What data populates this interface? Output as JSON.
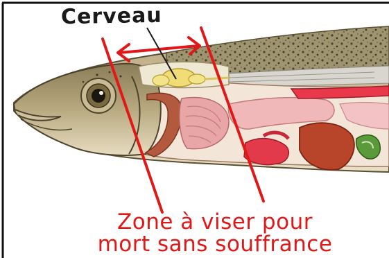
{
  "labels": {
    "brain": "Cerveau",
    "caption_line1": "Zone à viser pour",
    "caption_line2": "mort sans souffrance"
  },
  "colors": {
    "annotation_red": "#e01818",
    "label_ink": "#1a1a1a",
    "fish_skin": "#a89a6a",
    "belly": "#e8dcc4",
    "flesh_pink": "#e9a6a6",
    "liver": "#b8452a",
    "gallbladder": "#5a9a3a",
    "brain": "#f0dd78"
  },
  "icons": {
    "arrow": "double-headed-arrow"
  }
}
